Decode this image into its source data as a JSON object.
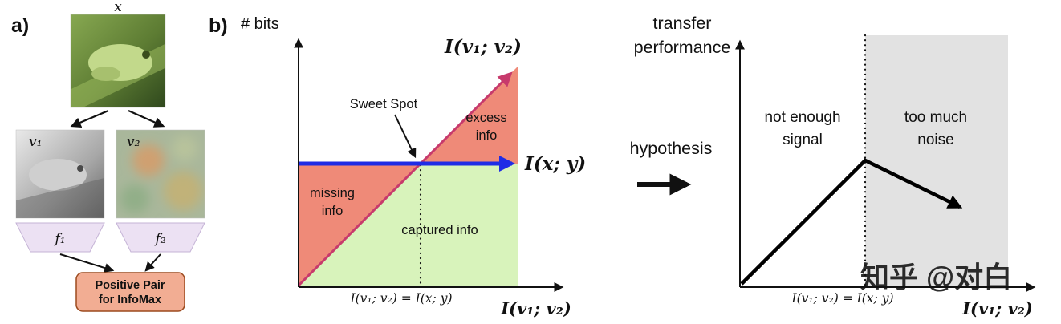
{
  "figure": {
    "panel_a": {
      "label": "a)",
      "input_label": "x",
      "view1_label": "v₁",
      "view2_label": "v₂",
      "encoder1_label": "f₁",
      "encoder2_label": "f₂",
      "box_line1": "Positive Pair",
      "box_line2": "for InfoMax"
    },
    "panel_b": {
      "label": "b)",
      "y_axis": "# bits",
      "mi_views_label": "I(v₁; v₂)",
      "mi_xy_label": "I(x; y)",
      "sweet_spot": "Sweet Spot",
      "missing_line1": "missing",
      "missing_line2": "info",
      "excess_line1": "excess",
      "excess_line2": "info",
      "captured": "captured info",
      "tick": "I(v₁; v₂) = I(x; y)",
      "x_axis": "I(v₁; v₂)"
    },
    "hypothesis": {
      "perf_line1": "transfer",
      "perf_line2": "performance",
      "label": "hypothesis"
    },
    "panel_c": {
      "left_line1": "not enough",
      "left_line2": "signal",
      "right_line1": "too much",
      "right_line2": "noise",
      "tick": "I(v₁; v₂) = I(x; y)",
      "x_axis": "I(v₁; v₂)",
      "watermark": "知乎 @对白"
    },
    "colors": {
      "magenta": "#c73a6c",
      "blue": "#1f2ce6",
      "red_region": "#ef8a78",
      "green_region": "#d8f3bb",
      "gray_region": "#e2e2e2",
      "box_fill": "#f2ad93",
      "box_border": "#9c4a1e",
      "trapezoid_fill": "#ece1f3"
    }
  }
}
